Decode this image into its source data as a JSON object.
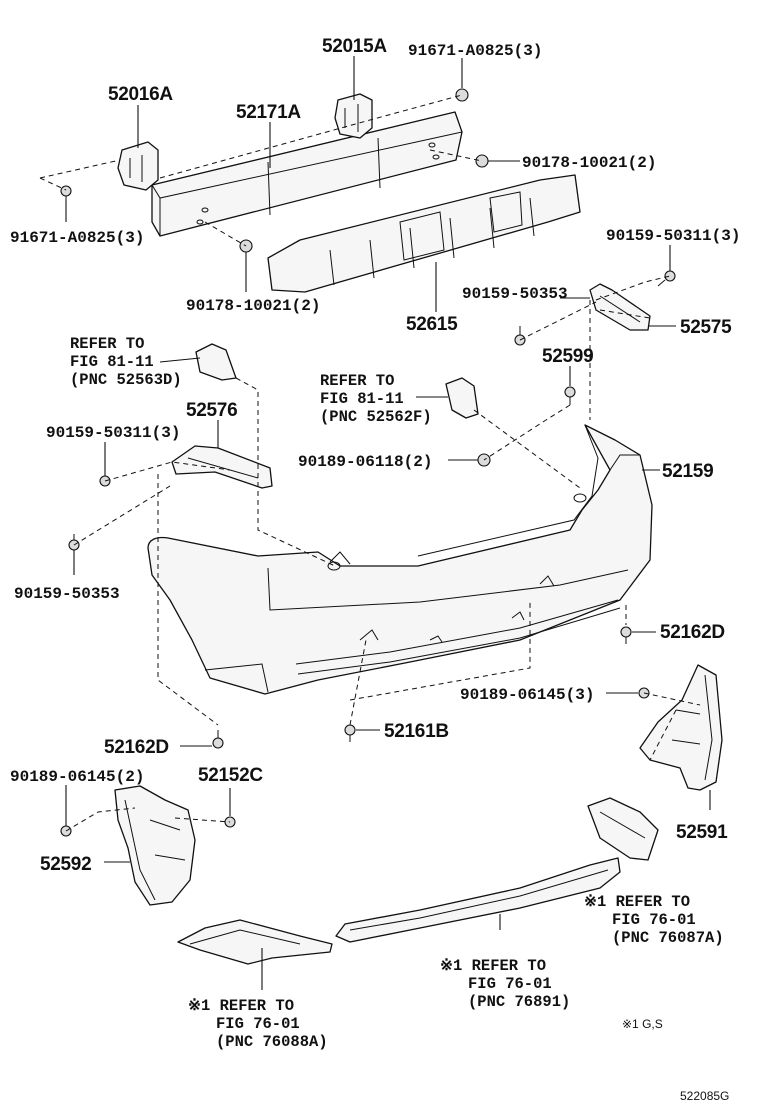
{
  "labels": {
    "p52015A": "52015A",
    "p91671_top": "91671-A0825(3)",
    "p52016A": "52016A",
    "p52171A": "52171A",
    "p90178_right": "90178-10021(2)",
    "p91671_left": "91671-A0825(3)",
    "p90178_bottom": "90178-10021(2)",
    "p52615": "52615",
    "p90159_50311_right": "90159-50311(3)",
    "p90159_50353_right": "90159-50353",
    "p52575": "52575",
    "p52599": "52599",
    "p52576": "52576",
    "p90159_50311_left": "90159-50311(3)",
    "p90189_06118": "90189-06118(2)",
    "p52159": "52159",
    "p90159_50353_left": "90159-50353",
    "p52162D_right": "52162D",
    "p90189_06145_3": "90189-06145(3)",
    "p52161B": "52161B",
    "p52162D_left": "52162D",
    "p90189_06145_2": "90189-06145(2)",
    "p52152C": "52152C",
    "p52592": "52592",
    "p52591": "52591"
  },
  "refs": {
    "ref_52563D": [
      "REFER TO",
      "FIG 81-11",
      "(PNC 52563D)"
    ],
    "ref_52562F": [
      "REFER TO",
      "FIG 81-11",
      "(PNC 52562F)"
    ],
    "ref_76087A": [
      "※1 REFER TO",
      "FIG 76-01",
      "(PNC 76087A)"
    ],
    "ref_76891": [
      "※1 REFER TO",
      "FIG 76-01",
      "(PNC 76891)"
    ],
    "ref_76088A": [
      "※1 REFER TO",
      "FIG 76-01",
      "(PNC 76088A)"
    ]
  },
  "footnote": "※1 G,S",
  "figure_number": "522085G"
}
